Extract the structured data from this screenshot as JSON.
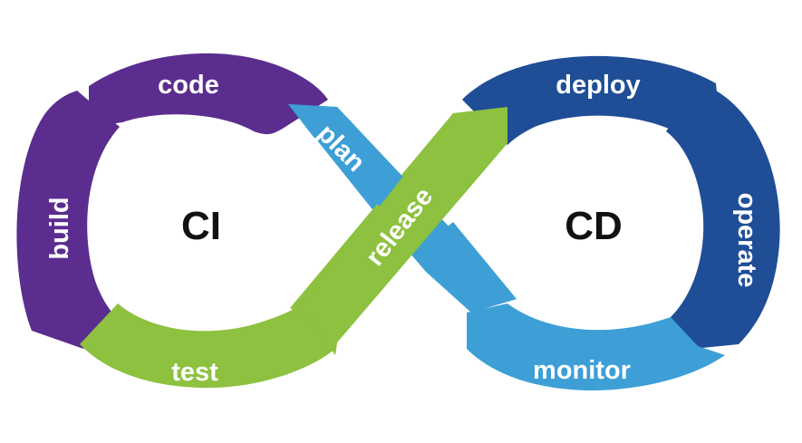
{
  "diagram": {
    "left_center": "CI",
    "right_center": "CD",
    "segments": {
      "code": "code",
      "build": "build",
      "test": "test",
      "plan": "plan",
      "release": "release",
      "deploy": "deploy",
      "operate": "operate",
      "monitor": "monitor"
    },
    "colors": {
      "purple": "#5b2d8e",
      "green": "#8dc13f",
      "light_blue": "#3d9fd6",
      "dark_blue": "#1f4e96",
      "background": "#ffffff"
    }
  }
}
